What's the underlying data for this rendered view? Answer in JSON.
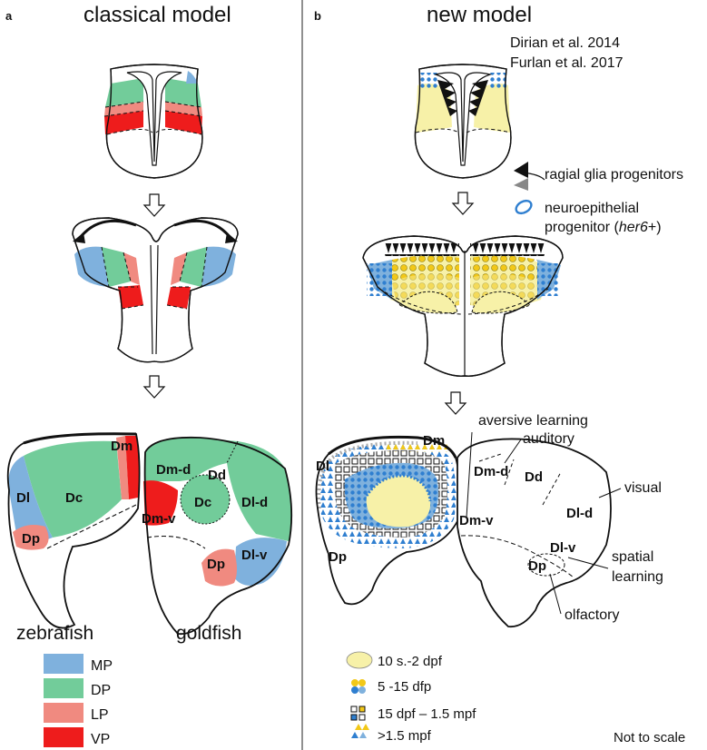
{
  "panel_a": {
    "letter": "a",
    "title": "classical model",
    "regions": {
      "dl": "Dl",
      "dc": "Dc",
      "dm": "Dm",
      "dp": "Dp",
      "dmd": "Dm-d",
      "dd": "Dd",
      "dld": "Dl-d",
      "dcg": "Dc",
      "dmv": "Dm-v",
      "dlv": "Dl-v",
      "dpg": "Dp"
    },
    "species": {
      "left": "zebrafish",
      "right": "goldfish"
    },
    "legend": [
      {
        "label": "MP",
        "color": "#7fb1dd"
      },
      {
        "label": "DP",
        "color": "#72cc9a"
      },
      {
        "label": "LP",
        "color": "#f08a80"
      },
      {
        "label": "VP",
        "color": "#ee1c1c"
      }
    ]
  },
  "panel_b": {
    "letter": "b",
    "title": "new model",
    "refs": [
      "Dirian et al. 2014",
      "Furlan et al. 2017"
    ],
    "key": {
      "glia": "ragial glia progenitors",
      "neuro1": "neuroepithelial",
      "neuro2_pre": "progenitor (",
      "neuro2_it": "her6",
      "neuro2_post": "+)"
    },
    "regions": {
      "dl": "Dl",
      "dm": "Dm",
      "dp": "Dp",
      "dmd": "Dm-d",
      "dd": "Dd",
      "dmv": "Dm-v",
      "dld": "Dl-d",
      "dlv": "Dl-v",
      "dpr": "Dp"
    },
    "functions": {
      "aversive": "aversive learning",
      "auditory": "auditory",
      "visual": "visual",
      "spatial1": "spatial",
      "spatial2": "learning",
      "olfactory": "olfactory"
    },
    "legend": [
      {
        "label": "10 s.-2 dpf",
        "color": "#f7f1a8"
      },
      {
        "label": "5 -15 dfp",
        "color": "#f2c818"
      },
      {
        "label": "15 dpf – 1.5 mpf",
        "color": "#2f7fd0"
      },
      {
        "label": ">1.5 mpf",
        "color": "#f2c818"
      }
    ],
    "note": "Not to scale"
  },
  "colors": {
    "mp": "#7fb1dd",
    "dp": "#72cc9a",
    "lp": "#f08a80",
    "vp": "#ee1c1c",
    "yellow": "#f7f1a8",
    "gold": "#f2c818",
    "blue": "#2f7fd0"
  }
}
